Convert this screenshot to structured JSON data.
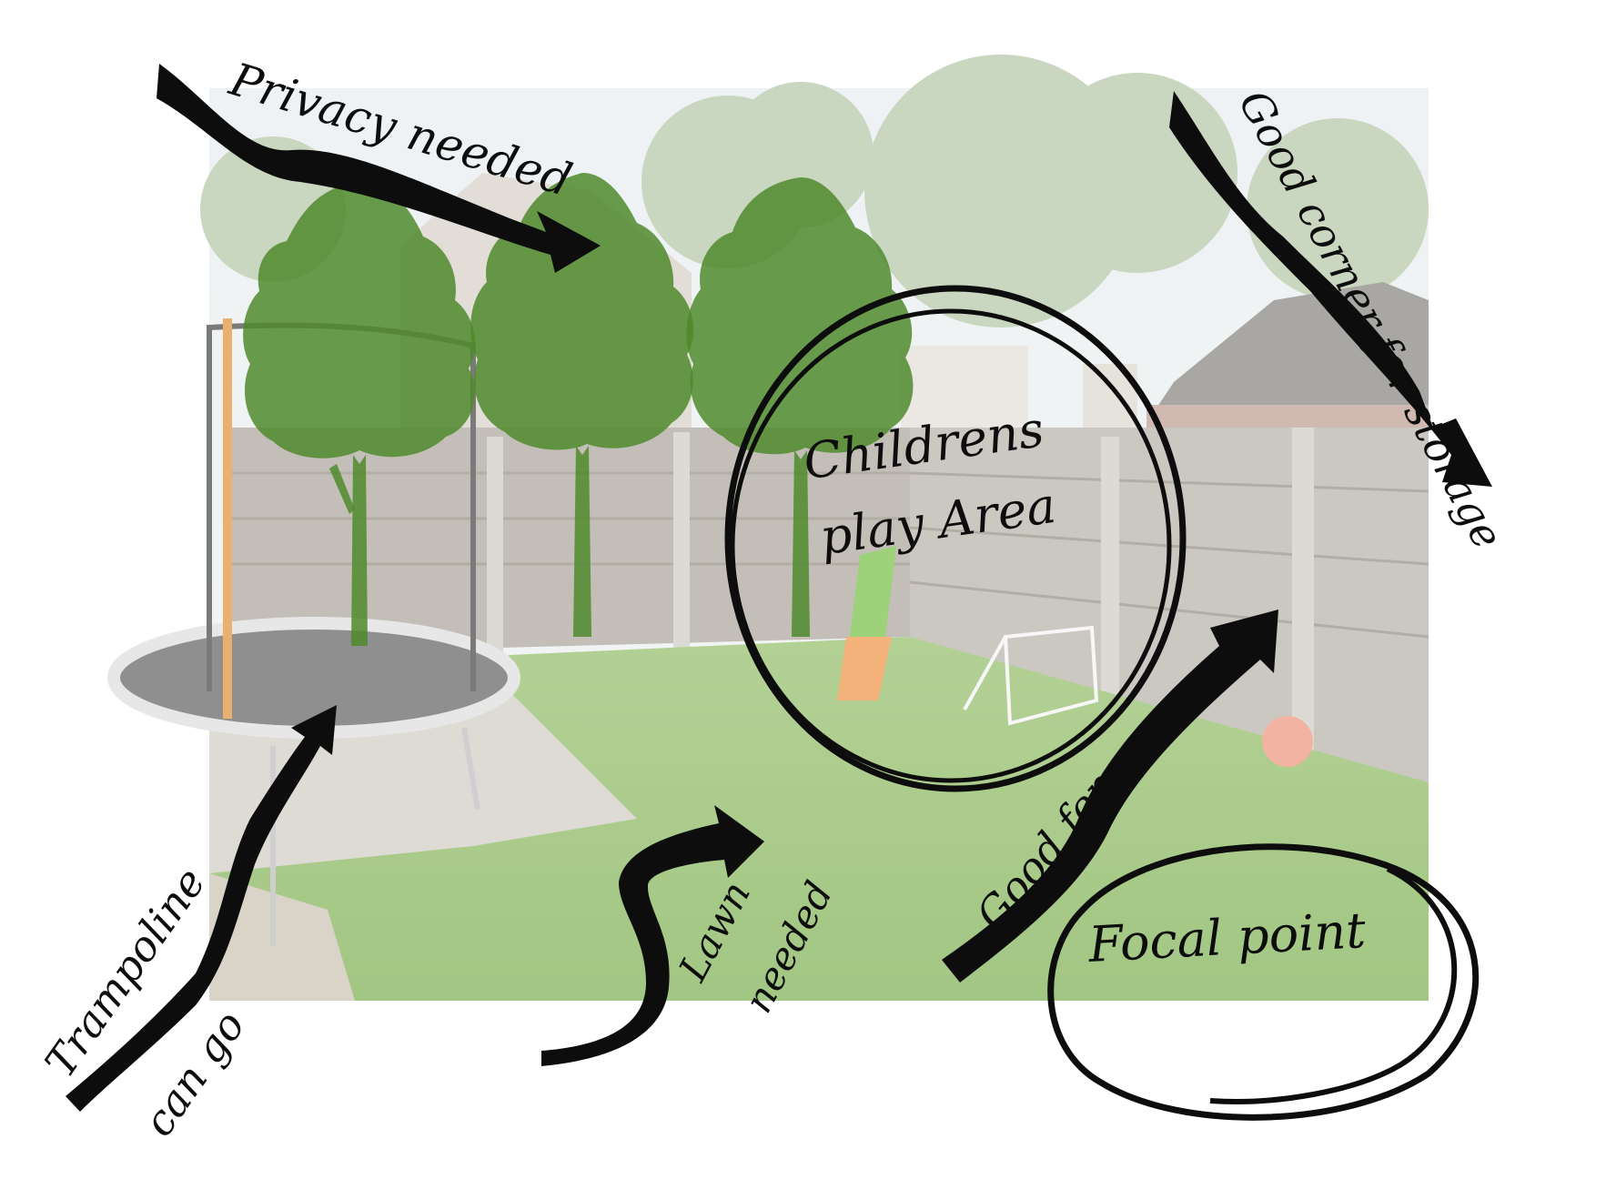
{
  "annotations": {
    "privacy": "Privacy needed",
    "storage": "Good corner for storage",
    "play_line1": "Childrens",
    "play_line2": "play Area",
    "trampoline_line1": "Trampoline",
    "trampoline_line2": "can go",
    "lawn_line1": "Lawn",
    "lawn_line2": "needed",
    "fences": "Good fences",
    "focal": "Focal point"
  },
  "colors": {
    "sketch_tree_green": "#4f8a2b",
    "ink": "#0d0d0d",
    "lawn": "#a9c98a"
  }
}
